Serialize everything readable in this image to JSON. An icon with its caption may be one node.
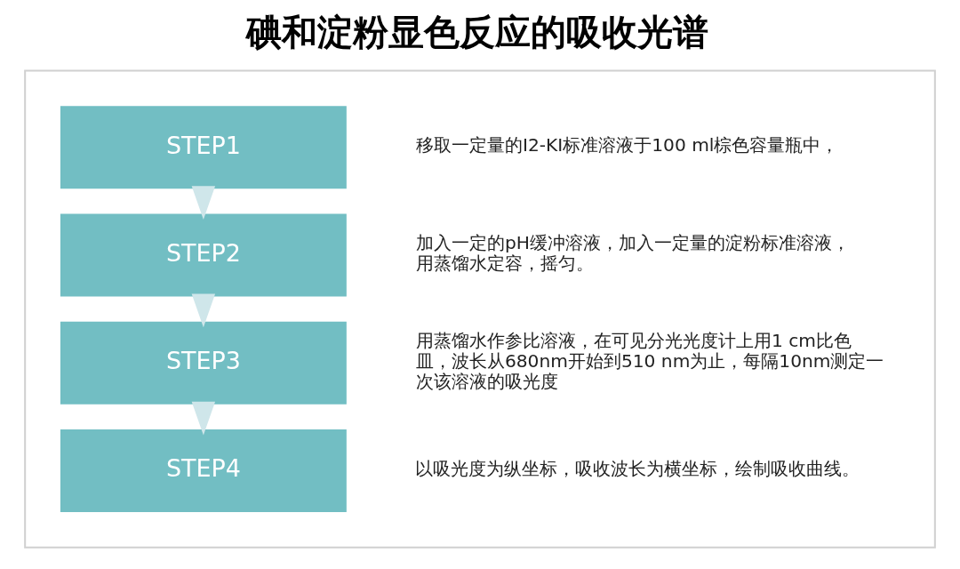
{
  "diagram": {
    "title": "碘和淀粉显色反应的吸收光谱",
    "nodes": [
      {
        "text": [],
        "shape": "box"
      },
      {
        "text": [
          "STEP1"
        ],
        "in": 0,
        "beside": [
          "移取一定量的I2-KI标准溶液于100 ml棕色容量瓶中，"
        ]
      },
      {
        "text": [
          "STEP2"
        ],
        "in": 0,
        "beside": [
          "加入一定的pH缓冲溶液，加入一定量的淀粉标准溶液，用蒸馏水定容，摇匀。"
        ]
      },
      {
        "text": [
          "STEP3"
        ],
        "in": 0,
        "beside": [
          "用蒸馏水作参比溶液，在可见分光光度计上用1 cm比色皿，波长从680nm开始到510 nm为止，每隔10nm测定一次该溶液的吸光度"
        ]
      },
      {
        "text": [
          "STEP4"
        ],
        "in": 0,
        "beside": [
          "以吸光度为纵坐标，吸收波长为横坐标，绘制吸收曲线。"
        ]
      }
    ],
    "edges": [
      {
        "from": 1,
        "to": 2,
        "arrow": "to"
      },
      {
        "from": 2,
        "to": 3,
        "arrow": "to"
      },
      {
        "from": 3,
        "to": 4,
        "arrow": "to"
      }
    ]
  }
}
